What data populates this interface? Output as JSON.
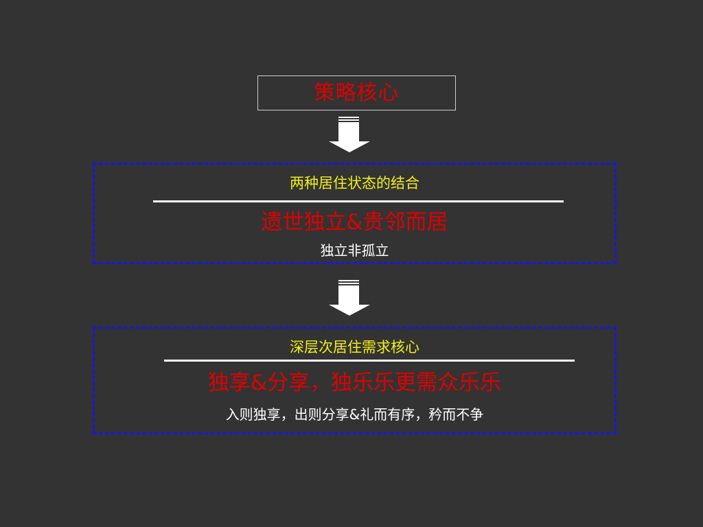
{
  "top": {
    "title": "策略核心"
  },
  "arrows": [
    {
      "icon": "down-arrow-icon"
    },
    {
      "icon": "down-arrow-icon"
    }
  ],
  "panel1": {
    "heading": "两种居住状态的结合",
    "headline": "遗世独立&贵邻而居",
    "subline": "独立非孤立"
  },
  "panel2": {
    "heading": "深层次居住需求核心",
    "headline": "独享&分享，独乐乐更需众乐乐",
    "subline": "入则独享，出则分享&礼而有序，矜而不争"
  },
  "colors": {
    "background": "#333333",
    "title_red": "#e00000",
    "heading_yellow": "#f2ef1a",
    "panel_border_blue": "#1418e8",
    "text_white": "#ffffff"
  }
}
